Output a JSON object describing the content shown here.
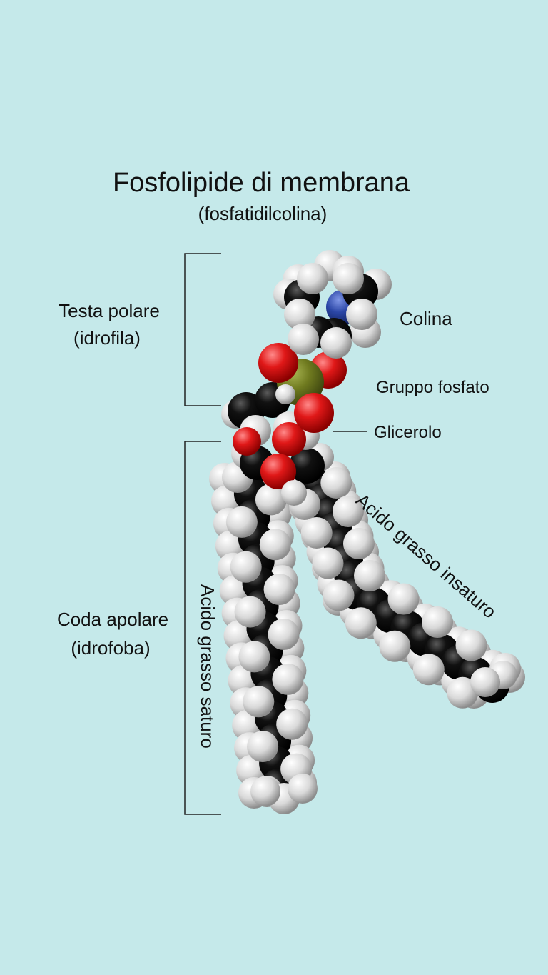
{
  "title": "Fosfolipide di membrana",
  "subtitle": "(fosfatidilcolina)",
  "labels": {
    "head_line1": "Testa polare",
    "head_line2": "(idrofila)",
    "tail_line1": "Coda apolare",
    "tail_line2": "(idrofoba)",
    "choline": "Colina",
    "phosphate": "Gruppo fosfato",
    "glycerol": "Glicerolo",
    "saturated": "Acido grasso saturo",
    "unsaturated": "Acido grasso insaturo"
  },
  "colors": {
    "background": "#c5e9ea",
    "text": "#111111",
    "carbon": "#0d0d0d",
    "hydrogen": "#d8d8d8",
    "oxygen": "#dd1c1c",
    "nitrogen": "#2b46a6",
    "phosphorus": "#6f7a1f",
    "bracket": "#222222"
  }
}
